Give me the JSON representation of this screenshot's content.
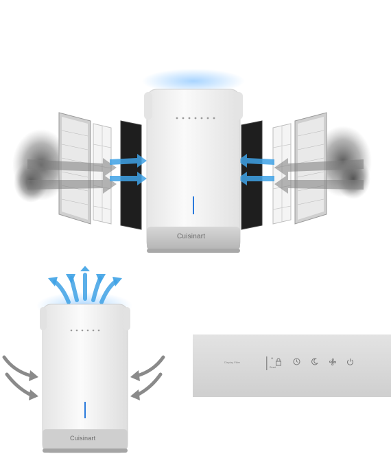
{
  "brand": {
    "wordmark": "Cuisinart"
  },
  "control_panel": {
    "label": "Display Filter",
    "hi_label": "Hi",
    "reset_label": "Reset"
  },
  "colors": {
    "background": "#ffffff",
    "body": "#f2f2f2",
    "trim": "#c8c8c8",
    "airflow": "#3fa2e6",
    "intake_arrows": "#8a8a8a",
    "indicator": "#2b7bdc",
    "panel": "#d9d9d9"
  },
  "icons": [
    "power-icon",
    "fan-icon",
    "moon-icon",
    "timer-icon",
    "lock-icon"
  ]
}
